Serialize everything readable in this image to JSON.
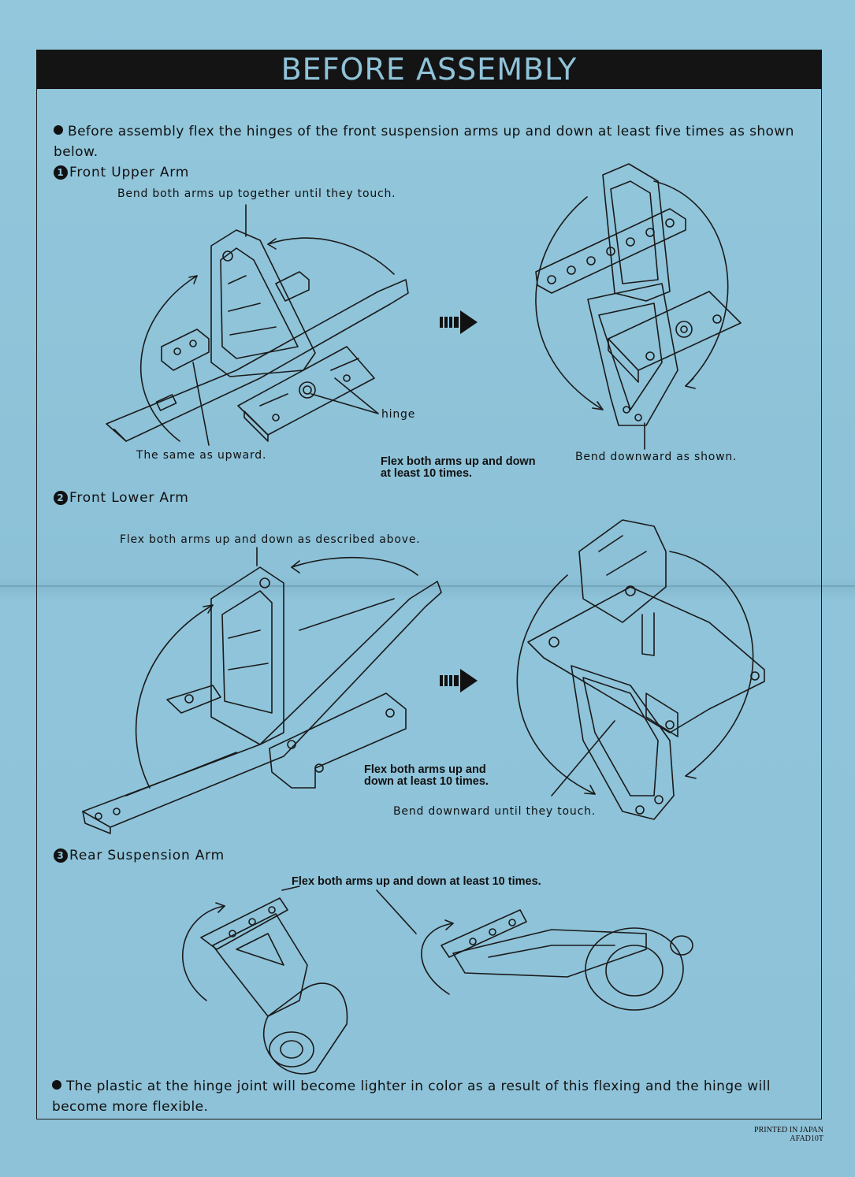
{
  "header": {
    "title": "BEFORE ASSEMBLY"
  },
  "intro": "Before assembly flex the hinges of the front suspension arms up and down at least five times as shown below.",
  "steps": [
    {
      "number": "1",
      "title": "Front Upper Arm",
      "note_top": "Bend both arms up together until they touch.",
      "note_hinge": "hinge",
      "note_left": "The same as upward.",
      "note_flex": [
        "Flex both arms up and down",
        "at least 10 times."
      ],
      "note_right": "Bend downward as shown."
    },
    {
      "number": "2",
      "title": "Front Lower Arm",
      "note_top": "Flex both arms up and down as described above.",
      "note_flex": [
        "Flex both arms up and",
        "down at least 10 times."
      ],
      "note_right": "Bend downward until they touch."
    },
    {
      "number": "3",
      "title": "Rear Suspension Arm",
      "note_flex": "Flex both arms up and down at least 10 times."
    }
  ],
  "outro": "The plastic at the hinge joint will become lighter in color as a result of this flexing and the hinge will become more flexible.",
  "footer": {
    "line1": "PRINTED IN JAPAN",
    "line2": "AFAD10T"
  },
  "colors": {
    "paper": "#8fc3d9",
    "ink": "#111111",
    "title_bar": "#141414"
  }
}
